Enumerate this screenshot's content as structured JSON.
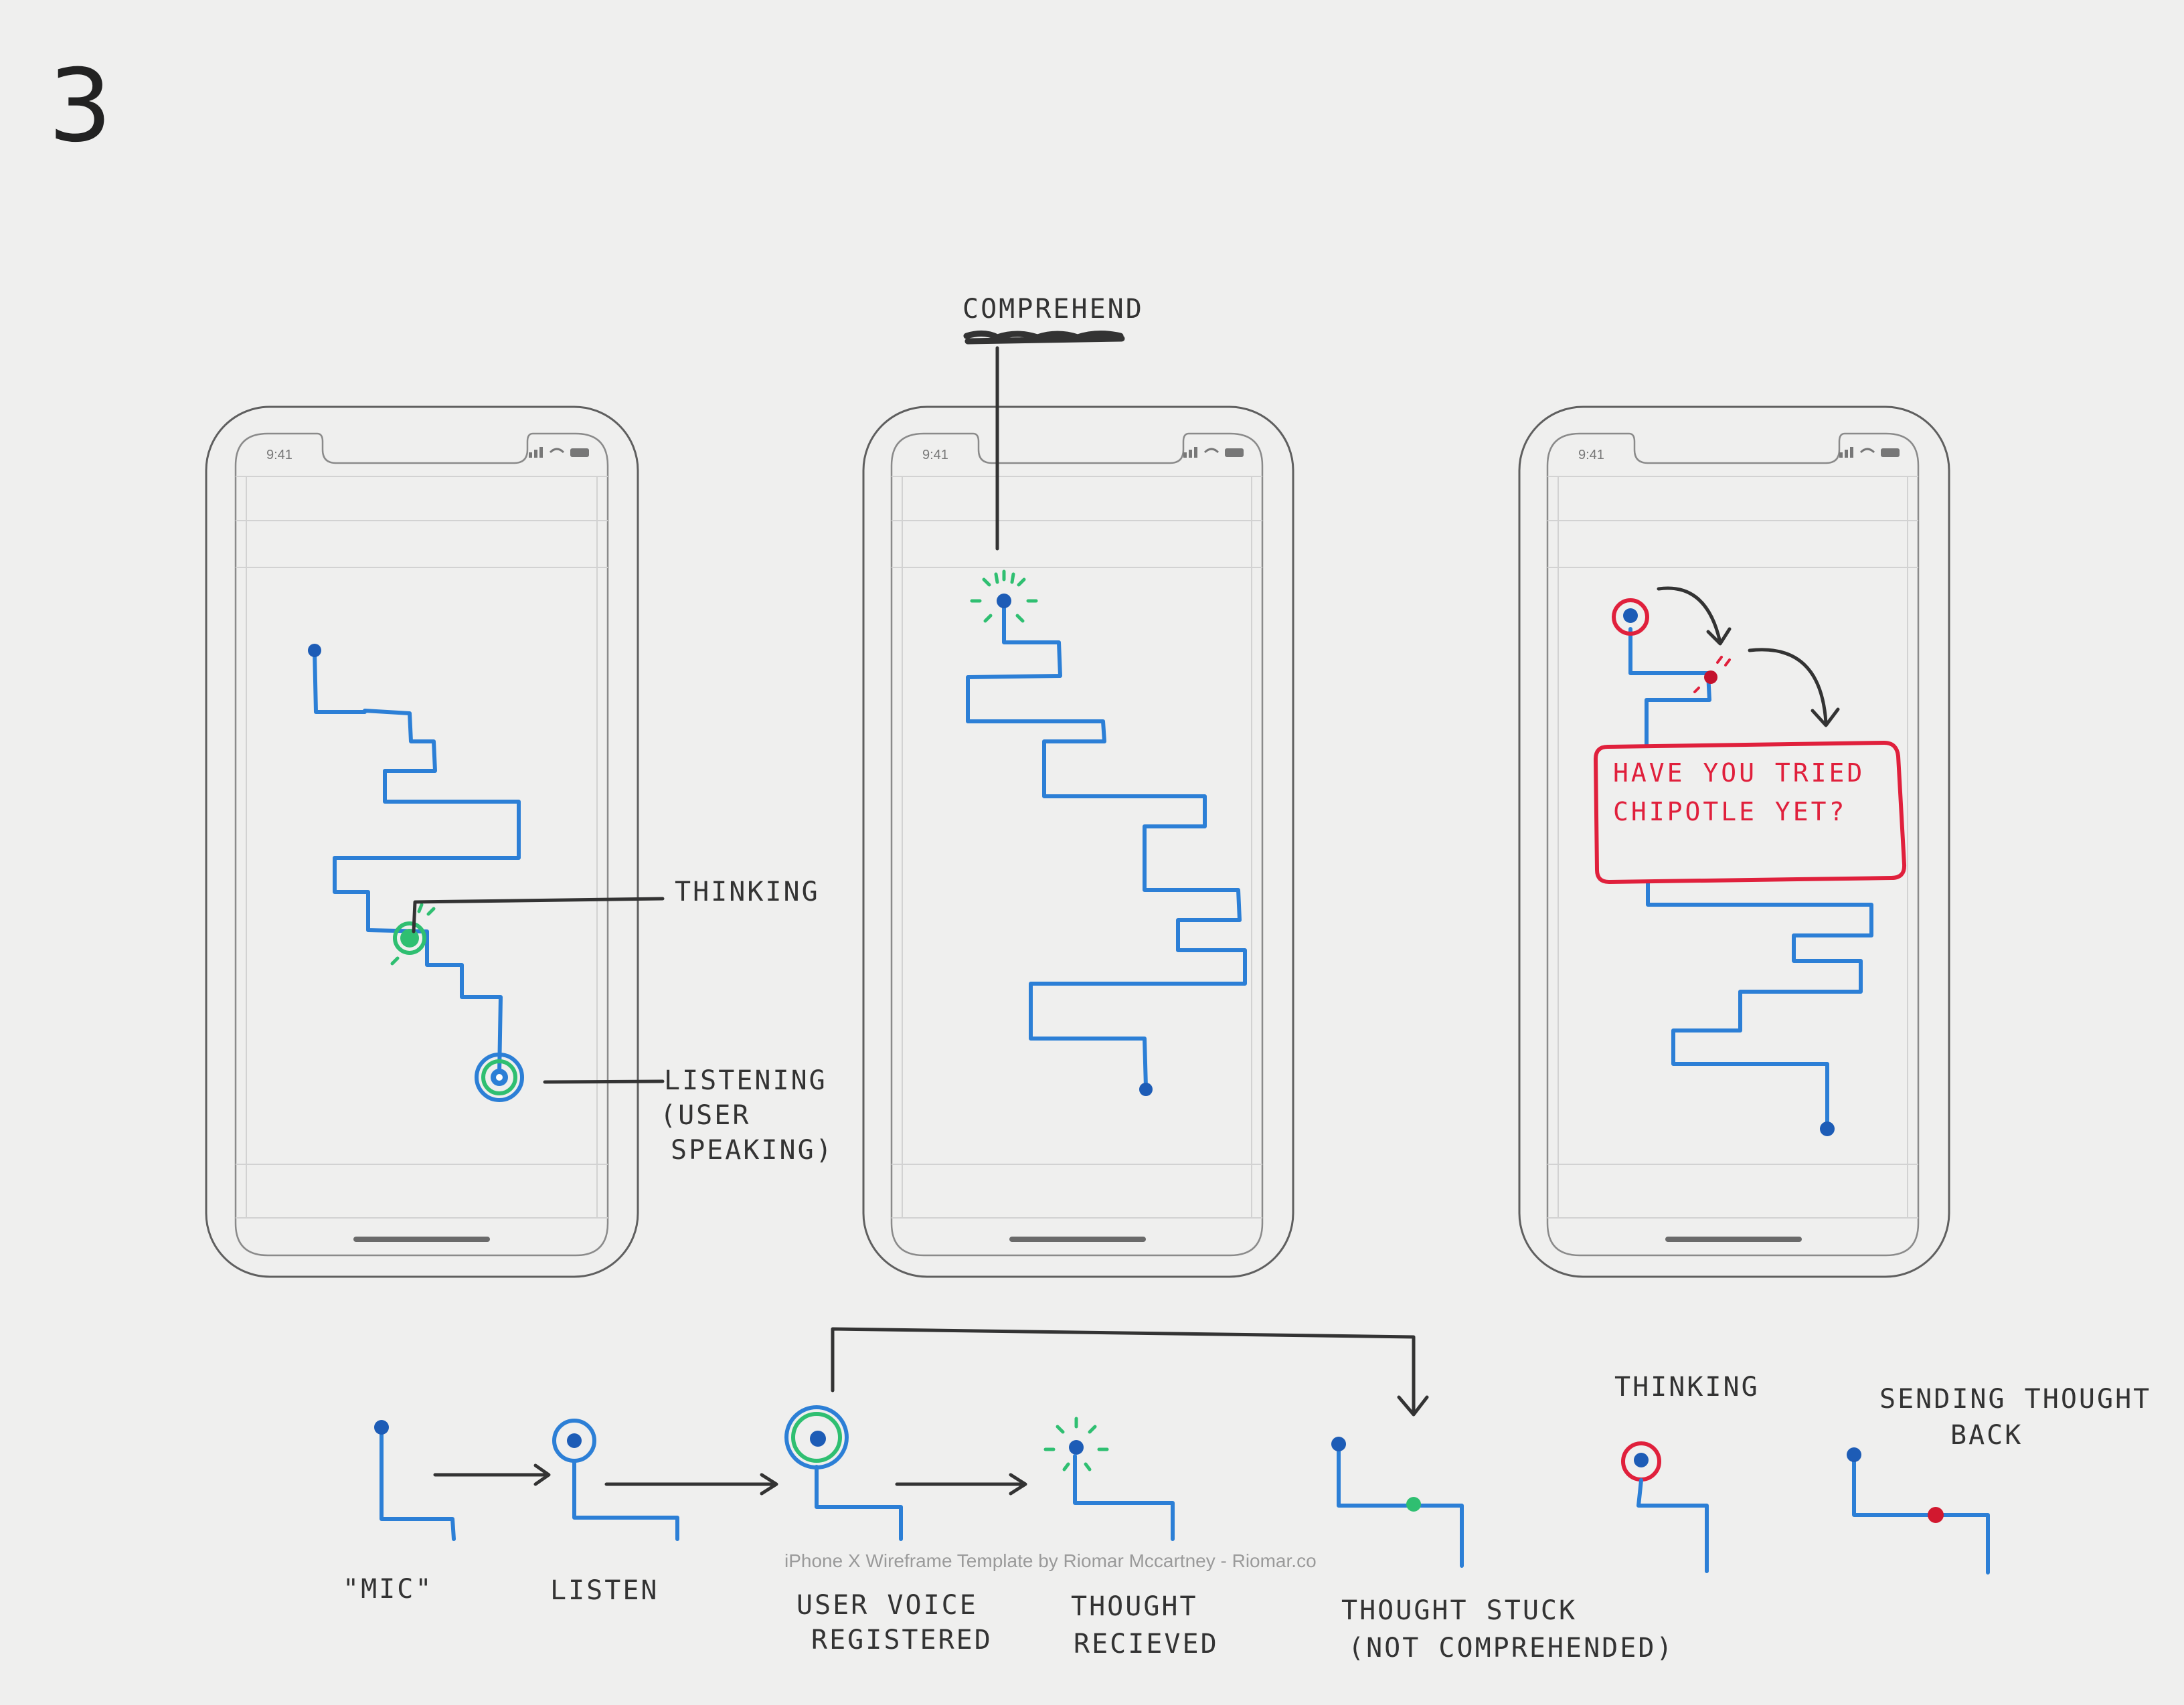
{
  "page_number": "3",
  "template_credit": "iPhone X Wireframe Template by Riomar Mccartney - Riomar.co",
  "phone_status_time": "9:41",
  "annotations": {
    "comprehend": "COMPREHEND",
    "thinking": "THINKING",
    "listening_line1": "LISTENING",
    "listening_line2": "(USER",
    "listening_line3": "SPEAKING)"
  },
  "chat_bubble": {
    "line1": "HAVE YOU TRIED",
    "line2": "CHIPOTLE YET?"
  },
  "legend": {
    "mic": "\"MIC\"",
    "listen": "LISTEN",
    "user_voice_line1": "USER VOICE",
    "user_voice_line2": "REGISTERED",
    "thought_received_line1": "THOUGHT",
    "thought_received_line2": "RECIEVED",
    "thought_stuck_line1": "THOUGHT STUCK",
    "thought_stuck_line2": "(NOT COMPREHENDED)",
    "thinking": "THINKING",
    "sending_line1": "SENDING THOUGHT",
    "sending_line2": "BACK"
  },
  "colors": {
    "trace": "#2c7fd6",
    "dot": "#1d5cb6",
    "listening": "#2fbf71",
    "alert": "#e0203c",
    "ink": "#333333"
  }
}
